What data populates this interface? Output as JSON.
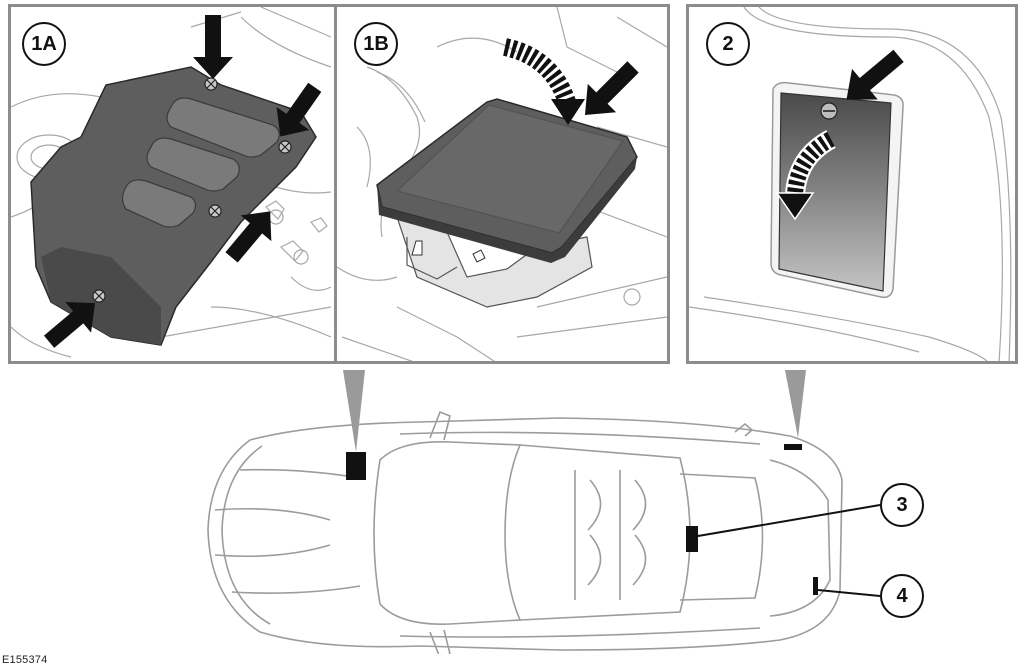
{
  "callouts": {
    "panel_1a": "1A",
    "panel_1b": "1B",
    "panel_2": "2",
    "item_3": "3",
    "item_4": "4"
  },
  "figure_code": "E155374",
  "colors": {
    "panel_border": "#8c8c8c",
    "cover_fill": "#5e5e5e",
    "arrow_fill": "#111111",
    "pointer_fill": "#9a9a9a",
    "line_art": "#9c9c9c"
  },
  "icons": [
    "screw-icon",
    "arrow-icon",
    "curved-arrow-icon",
    "marker-icon"
  ]
}
